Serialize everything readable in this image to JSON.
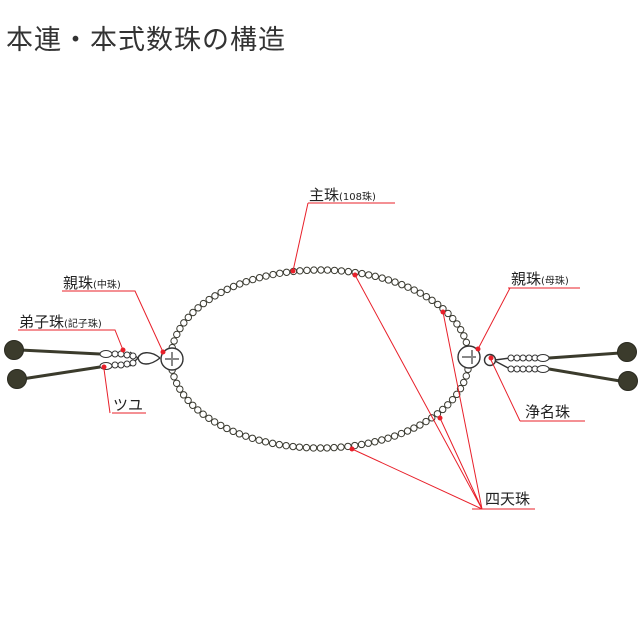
{
  "title": "本連・本式数珠の構造",
  "labels": {
    "main_beads": "主珠",
    "main_beads_note": "(108珠)",
    "oyadama_center": "親珠",
    "oyadama_center_note": "(中珠)",
    "deshi": "弟子珠",
    "deshi_note": "(記子珠)",
    "tsuyu": "ツユ",
    "oyadama_mother": "親珠",
    "oyadama_mother_note": "(母珠)",
    "jomyo": "浄名珠",
    "shiten": "四天珠"
  },
  "main_bead_count": 108,
  "colors": {
    "callout": "#e8202a",
    "bead_outline": "#3a3a30",
    "tassel": "#3b3b2c"
  }
}
